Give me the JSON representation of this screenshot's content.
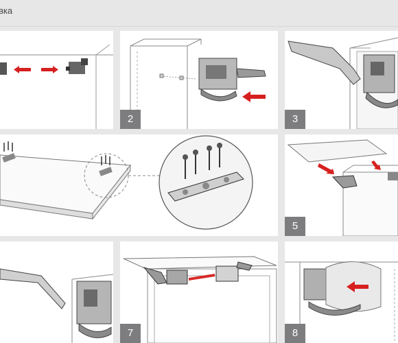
{
  "header": {
    "title": "вка"
  },
  "steps": [
    {
      "number": ""
    },
    {
      "number": "2"
    },
    {
      "number": "3"
    },
    {
      "number": ""
    },
    {
      "number": "5"
    },
    {
      "number": ""
    },
    {
      "number": "7"
    },
    {
      "number": "8"
    }
  ],
  "colors": {
    "background": "#e7e7e8",
    "panel": "#ffffff",
    "badge": "#7d7d7f",
    "arrow": "#d6201f",
    "line": "#555555"
  },
  "icons": {
    "direction-arrow": "red-arrow-icon",
    "screw": "screw-icon",
    "hinge": "hinge-mechanism-icon"
  }
}
